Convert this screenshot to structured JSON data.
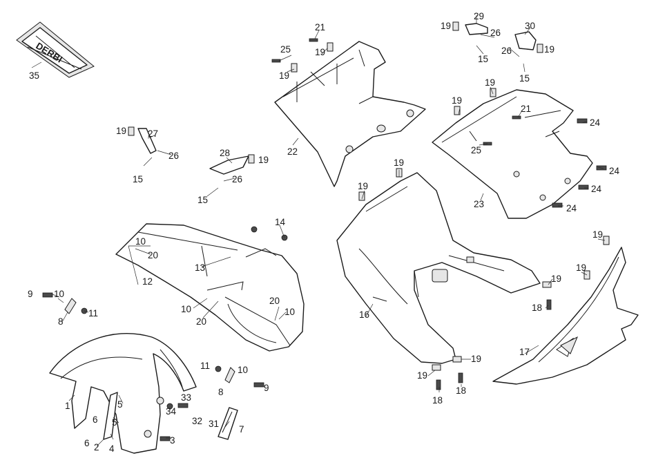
{
  "diagram": {
    "background": "#ffffff",
    "line_color": "#1a1a1a",
    "decal_text": "DERBI",
    "parts": {
      "p1": "1",
      "p2": "2",
      "p3": "3",
      "p4": "4",
      "p5": "5",
      "p6": "6",
      "p7": "7",
      "p8": "8",
      "p9": "9",
      "p10": "10",
      "p11": "11",
      "p12": "12",
      "p13": "13",
      "p14": "14",
      "p15": "15",
      "p16": "16",
      "p17": "17",
      "p18": "18",
      "p19": "19",
      "p20": "20",
      "p21": "21",
      "p22": "22",
      "p23": "23",
      "p24": "24",
      "p25": "25",
      "p26": "26",
      "p27": "27",
      "p28": "28",
      "p29": "29",
      "p30": "30",
      "p31": "31",
      "p32": "32",
      "p33": "33",
      "p34": "34",
      "p35": "35"
    }
  }
}
